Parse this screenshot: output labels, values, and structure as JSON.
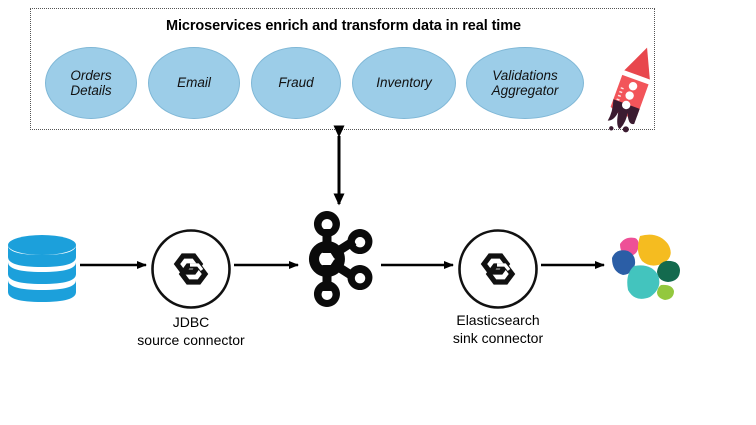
{
  "diagram": {
    "background_color": "#ffffff",
    "panel": {
      "title": "Microservices enrich and transform data in real time",
      "border_style": "dotted",
      "border_color": "#555555",
      "services": [
        {
          "label": "Orders\nDetails",
          "name": "orders-details"
        },
        {
          "label": "Email",
          "name": "email"
        },
        {
          "label": "Fraud",
          "name": "fraud"
        },
        {
          "label": "Inventory",
          "name": "inventory"
        },
        {
          "label": "Validations\nAggregator",
          "name": "validations-aggregator"
        }
      ],
      "service_fill_color": "#9CCDE8",
      "service_border_color": "#7FB7D6",
      "decoration_icon": "rocket-icon",
      "rocket_body_color": "#F2555A",
      "rocket_exhaust_color": "#3B1B30"
    },
    "pipeline": {
      "nodes": [
        {
          "name": "database-icon",
          "icon": "database-cylinder-icon",
          "label": "",
          "color": "#1CA0DB"
        },
        {
          "name": "jdbc-source-connector",
          "icon": "connector-hexagons-icon",
          "label": "JDBC\nsource connector"
        },
        {
          "name": "kafka-broker",
          "icon": "kafka-logo-icon",
          "label": ""
        },
        {
          "name": "elasticsearch-sink-connector",
          "icon": "connector-hexagons-icon",
          "label": "Elasticsearch\nsink connector"
        },
        {
          "name": "elasticsearch-logo",
          "icon": "elasticsearch-logo-icon",
          "label": ""
        }
      ],
      "arrow_color": "#000000",
      "vertical_arrow": "double-headed"
    },
    "elasticsearch_colors": {
      "pink": "#EE5097",
      "yellow": "#F5BC20",
      "blue": "#2B5EA6",
      "dark_green": "#136A4E",
      "teal": "#43C4BE",
      "light_green": "#93C83E"
    }
  }
}
